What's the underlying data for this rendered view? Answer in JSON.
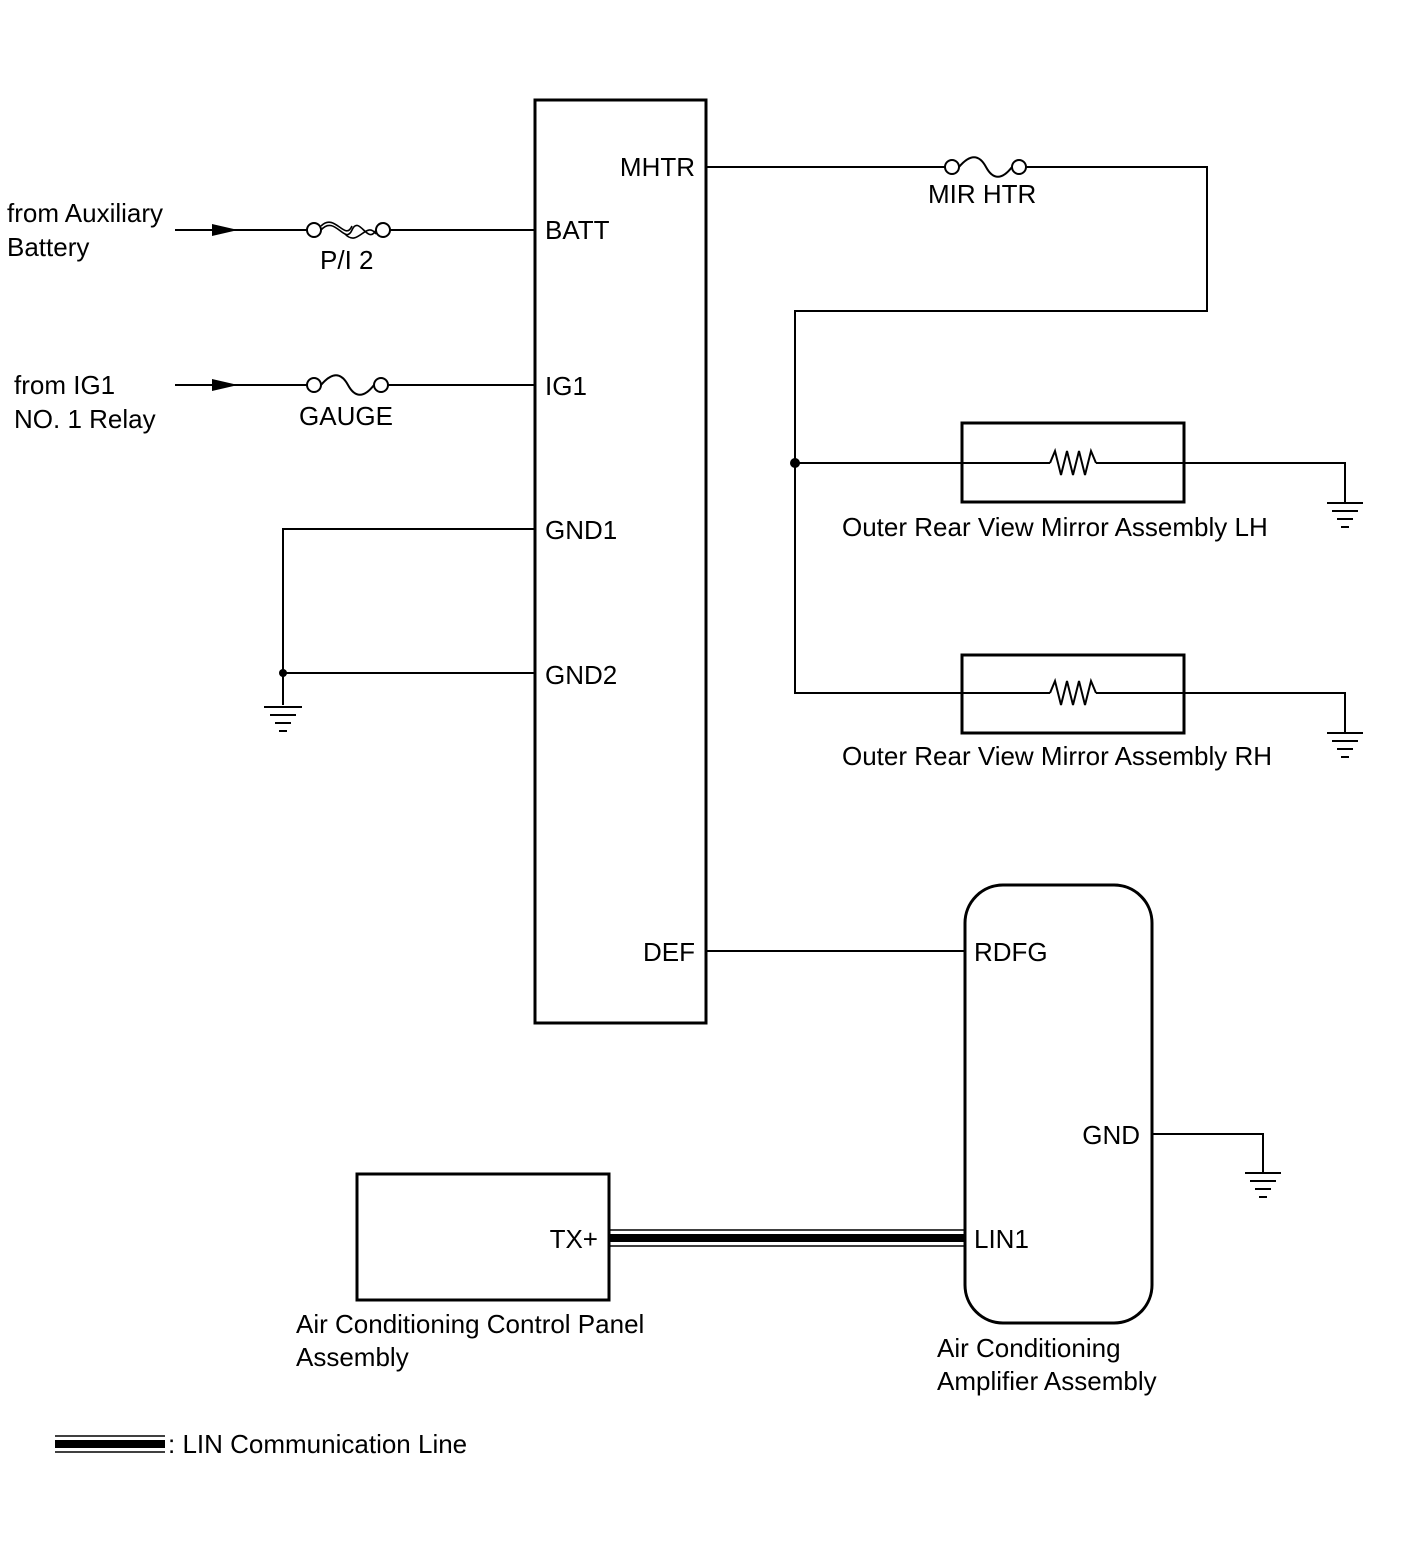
{
  "relay": {
    "pins": {
      "mhtr": "MHTR",
      "batt": "BATT",
      "ig1": "IG1",
      "gnd1": "GND1",
      "gnd2": "GND2",
      "def": "DEF"
    }
  },
  "sources": {
    "aux_battery_line1": "from Auxiliary",
    "aux_battery_line2": "Battery",
    "ig1_line1": "from IG1",
    "ig1_line2": "NO. 1 Relay"
  },
  "fuses": {
    "pi2": "P/I 2",
    "gauge": "GAUGE",
    "mir_htr": "MIR HTR"
  },
  "mirrors": {
    "lh": "Outer Rear View Mirror Assembly LH",
    "rh": "Outer Rear View Mirror Assembly RH"
  },
  "amplifier": {
    "pins": {
      "rdfg": "RDFG",
      "gnd": "GND",
      "lin1": "LIN1"
    },
    "name_line1": "Air Conditioning",
    "name_line2": "Amplifier Assembly"
  },
  "control_panel": {
    "pins": {
      "tx": "TX+"
    },
    "name_line1": "Air Conditioning Control Panel",
    "name_line2": "Assembly"
  },
  "legend": {
    "lin_label": ": LIN Communication Line"
  }
}
